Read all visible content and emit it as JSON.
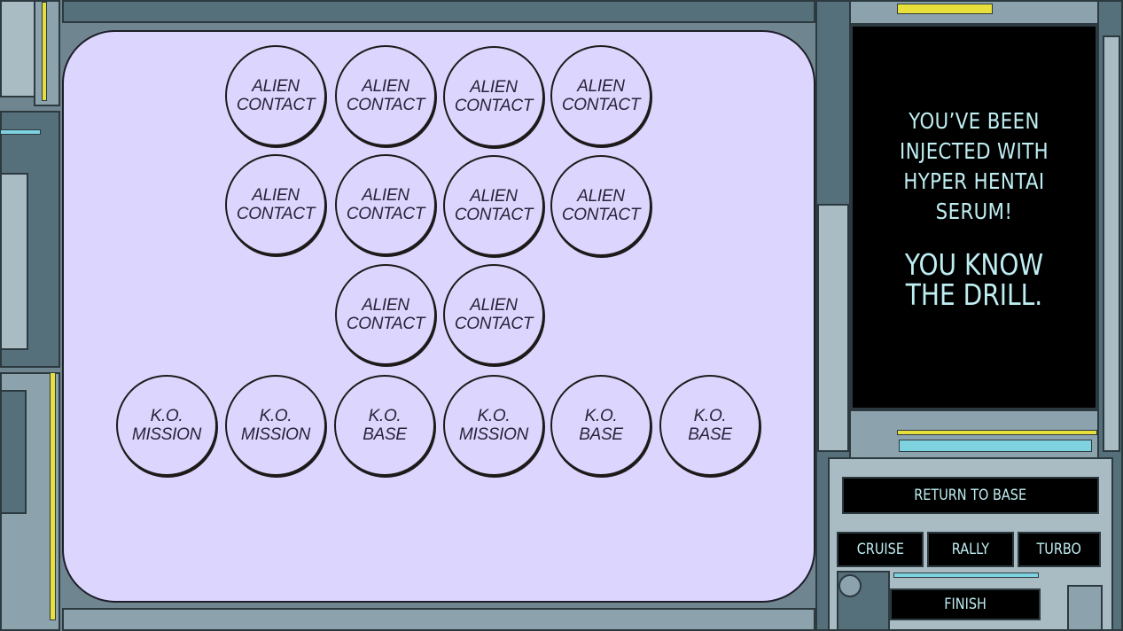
{
  "board": {
    "chips": [
      {
        "line1": "ALIEN",
        "line2": "CONTACT"
      },
      {
        "line1": "ALIEN",
        "line2": "CONTACT"
      },
      {
        "line1": "ALIEN",
        "line2": "CONTACT"
      },
      {
        "line1": "ALIEN",
        "line2": "CONTACT"
      },
      {
        "line1": "ALIEN",
        "line2": "CONTACT"
      },
      {
        "line1": "ALIEN",
        "line2": "CONTACT"
      },
      {
        "line1": "ALIEN",
        "line2": "CONTACT"
      },
      {
        "line1": "ALIEN",
        "line2": "CONTACT"
      },
      {
        "line1": "ALIEN",
        "line2": "CONTACT"
      },
      {
        "line1": "ALIEN",
        "line2": "CONTACT"
      },
      {
        "line1": "K.O.",
        "line2": "MISSION"
      },
      {
        "line1": "K.O.",
        "line2": "MISSION"
      },
      {
        "line1": "K.O.",
        "line2": "BASE"
      },
      {
        "line1": "K.O.",
        "line2": "MISSION"
      },
      {
        "line1": "K.O.",
        "line2": "BASE"
      },
      {
        "line1": "K.O.",
        "line2": "BASE"
      }
    ]
  },
  "screen": {
    "message": "YOU’VE BEEN\nINJECTED WITH\nHYPER HENTAI\nSERUM!",
    "subtext": "YOU KNOW\nTHE DRILL."
  },
  "controls": {
    "return_label": "RETURN TO BASE",
    "cruise_label": "CRUISE",
    "rally_label": "RALLY",
    "turbo_label": "TURBO",
    "finish_label": "FINISH"
  },
  "colors": {
    "board": "#dcd6ff",
    "screen": "#000000",
    "screen_text": "#bfeef2",
    "accent_yellow": "#e8df3a",
    "frame": "#6f8590"
  }
}
